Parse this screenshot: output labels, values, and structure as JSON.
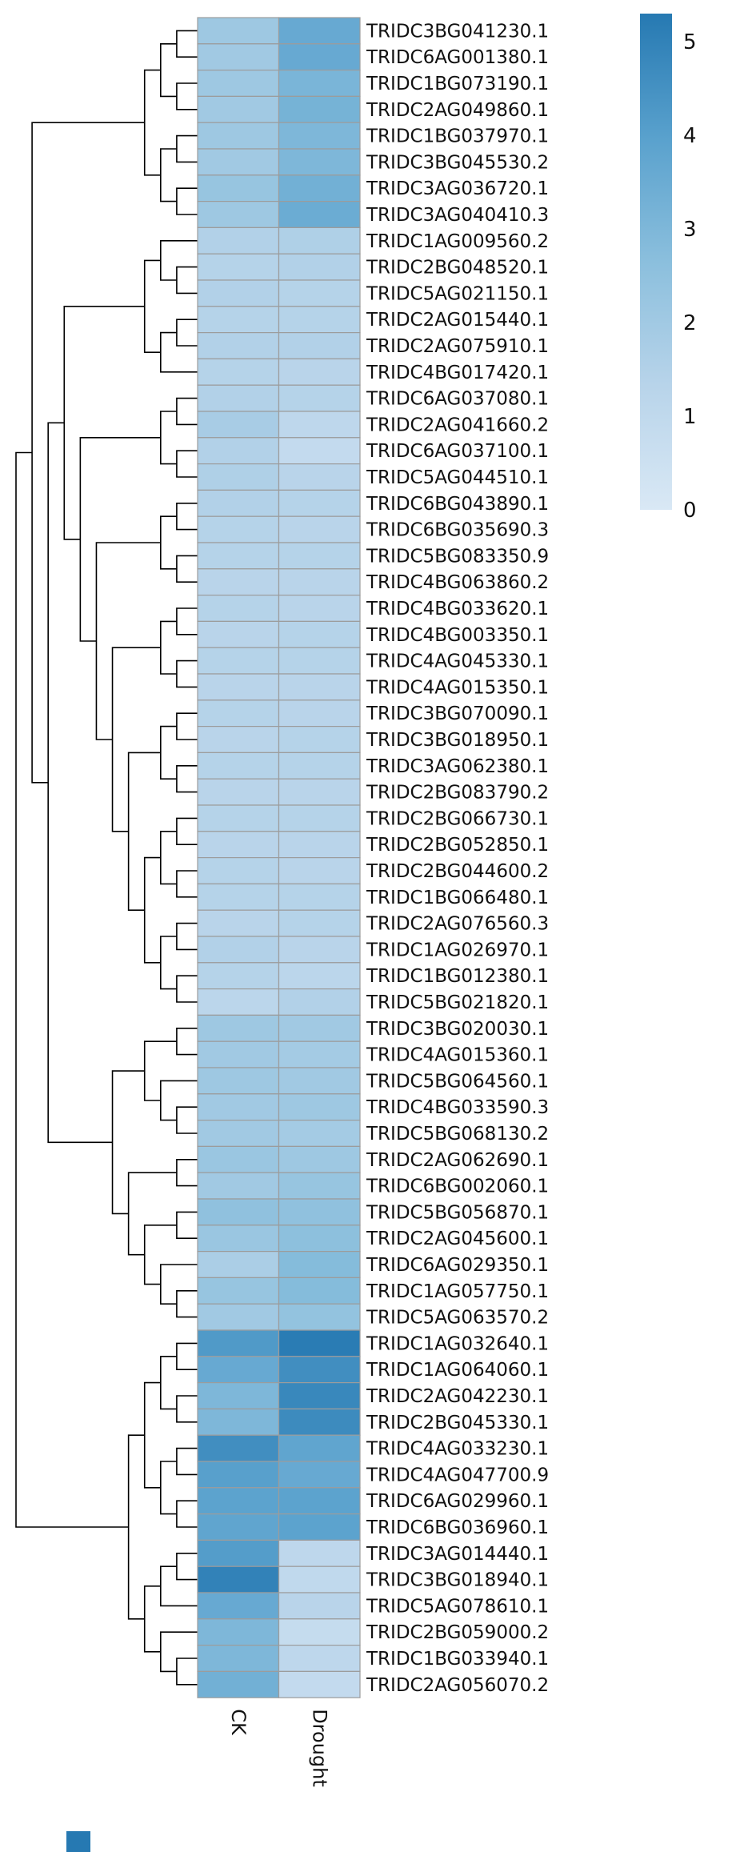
{
  "figure": {
    "kind": "clustered-heatmap",
    "background": "#ffffff"
  },
  "chart_data": {
    "type": "heatmap",
    "title": "",
    "xlabel": "",
    "ylabel": "",
    "legend_position": "right",
    "grid": true,
    "columns": [
      "CK",
      "Drought"
    ],
    "rows": [
      "TRIDC3BG041230.1",
      "TRIDC6AG001380.1",
      "TRIDC1BG073190.1",
      "TRIDC2AG049860.1",
      "TRIDC1BG037970.1",
      "TRIDC3BG045530.2",
      "TRIDC3AG036720.1",
      "TRIDC3AG040410.3",
      "TRIDC1AG009560.2",
      "TRIDC2BG048520.1",
      "TRIDC5AG021150.1",
      "TRIDC2AG015440.1",
      "TRIDC2AG075910.1",
      "TRIDC4BG017420.1",
      "TRIDC6AG037080.1",
      "TRIDC2AG041660.2",
      "TRIDC6AG037100.1",
      "TRIDC5AG044510.1",
      "TRIDC6BG043890.1",
      "TRIDC6BG035690.3",
      "TRIDC5BG083350.9",
      "TRIDC4BG063860.2",
      "TRIDC4BG033620.1",
      "TRIDC4BG003350.1",
      "TRIDC4AG045330.1",
      "TRIDC4AG015350.1",
      "TRIDC3BG070090.1",
      "TRIDC3BG018950.1",
      "TRIDC3AG062380.1",
      "TRIDC2BG083790.2",
      "TRIDC2BG066730.1",
      "TRIDC2BG052850.1",
      "TRIDC2BG044600.2",
      "TRIDC1BG066480.1",
      "TRIDC2AG076560.3",
      "TRIDC1AG026970.1",
      "TRIDC1BG012380.1",
      "TRIDC5BG021820.1",
      "TRIDC3BG020030.1",
      "TRIDC4AG015360.1",
      "TRIDC5BG064560.1",
      "TRIDC4BG033590.3",
      "TRIDC5BG068130.2",
      "TRIDC2AG062690.1",
      "TRIDC6BG002060.1",
      "TRIDC5BG056870.1",
      "TRIDC2AG045600.1",
      "TRIDC6AG029350.1",
      "TRIDC1AG057750.1",
      "TRIDC5AG063570.2",
      "TRIDC1AG032640.1",
      "TRIDC1AG064060.1",
      "TRIDC2AG042230.1",
      "TRIDC2BG045330.1",
      "TRIDC4AG033230.1",
      "TRIDC4AG047700.9",
      "TRIDC6AG029960.1",
      "TRIDC6BG036960.1",
      "TRIDC3AG014440.1",
      "TRIDC3BG018940.1",
      "TRIDC5AG078610.1",
      "TRIDC2BG059000.2",
      "TRIDC1BG033940.1",
      "TRIDC2AG056070.2"
    ],
    "values": [
      [
        2.1,
        3.6
      ],
      [
        2.0,
        3.6
      ],
      [
        2.1,
        3.1
      ],
      [
        2.0,
        3.2
      ],
      [
        2.1,
        3.0
      ],
      [
        2.0,
        3.0
      ],
      [
        2.3,
        3.3
      ],
      [
        2.1,
        3.5
      ],
      [
        1.5,
        1.6
      ],
      [
        1.4,
        1.5
      ],
      [
        1.5,
        1.4
      ],
      [
        1.4,
        1.4
      ],
      [
        1.5,
        1.5
      ],
      [
        1.4,
        1.3
      ],
      [
        1.5,
        1.4
      ],
      [
        1.8,
        1.1
      ],
      [
        1.5,
        0.9
      ],
      [
        1.6,
        1.3
      ],
      [
        1.5,
        1.4
      ],
      [
        1.4,
        1.3
      ],
      [
        1.4,
        1.4
      ],
      [
        1.3,
        1.3
      ],
      [
        1.4,
        1.3
      ],
      [
        1.3,
        1.4
      ],
      [
        1.4,
        1.4
      ],
      [
        1.3,
        1.3
      ],
      [
        1.4,
        1.3
      ],
      [
        1.3,
        1.4
      ],
      [
        1.4,
        1.4
      ],
      [
        1.3,
        1.3
      ],
      [
        1.4,
        1.4
      ],
      [
        1.3,
        1.3
      ],
      [
        1.4,
        1.3
      ],
      [
        1.4,
        1.4
      ],
      [
        1.3,
        1.4
      ],
      [
        1.5,
        1.3
      ],
      [
        1.4,
        1.2
      ],
      [
        1.2,
        1.5
      ],
      [
        2.1,
        2.0
      ],
      [
        2.0,
        1.9
      ],
      [
        2.1,
        2.0
      ],
      [
        2.0,
        2.1
      ],
      [
        2.0,
        1.9
      ],
      [
        2.2,
        2.1
      ],
      [
        2.0,
        2.3
      ],
      [
        2.5,
        2.5
      ],
      [
        2.2,
        2.6
      ],
      [
        1.7,
        2.8
      ],
      [
        2.3,
        2.8
      ],
      [
        2.0,
        2.4
      ],
      [
        4.2,
        5.2
      ],
      [
        3.6,
        4.6
      ],
      [
        3.0,
        4.8
      ],
      [
        3.0,
        4.7
      ],
      [
        4.6,
        3.8
      ],
      [
        4.0,
        3.6
      ],
      [
        3.9,
        3.9
      ],
      [
        3.8,
        3.9
      ],
      [
        4.1,
        1.1
      ],
      [
        5.0,
        1.0
      ],
      [
        3.6,
        1.3
      ],
      [
        3.0,
        0.8
      ],
      [
        3.0,
        1.1
      ],
      [
        3.3,
        0.9
      ]
    ],
    "colorbar": {
      "min": 0,
      "max": 5.3,
      "ticks": [
        0,
        1,
        2,
        3,
        4,
        5
      ]
    },
    "colormap": {
      "name": "Blues",
      "stops": [
        "#d9e8f5",
        "#b8d4ea",
        "#8bbfdd",
        "#59a1cd",
        "#2679b2"
      ]
    },
    "dendrogram": [
      [
        [
          [
            [
              0,
              1
            ],
            [
              2,
              3
            ]
          ],
          [
            [
              4,
              5
            ],
            [
              6,
              7
            ]
          ]
        ],
        [
          [
            [
              [
                8,
                [
                  9,
                  10
                ]
              ],
              [
                [
                  11,
                  12
                ],
                13
              ]
            ],
            [
              [
                [
                  14,
                  15
                ],
                [
                  16,
                  17
                ]
              ],
              [
                [
                  [
                    18,
                    19
                  ],
                  [
                    20,
                    21
                  ]
                ],
                [
                  [
                    [
                      22,
                      23
                    ],
                    [
                      24,
                      25
                    ]
                  ],
                  [
                    [
                      [
                        26,
                        27
                      ],
                      [
                        28,
                        29
                      ]
                    ],
                    [
                      [
                        [
                          30,
                          31
                        ],
                        [
                          32,
                          33
                        ]
                      ],
                      [
                        [
                          34,
                          35
                        ],
                        [
                          36,
                          37
                        ]
                      ]
                    ]
                  ]
                ]
              ]
            ]
          ],
          [
            [
              [
                38,
                39
              ],
              [
                40,
                [
                  41,
                  42
                ]
              ]
            ],
            [
              [
                43,
                44
              ],
              [
                [
                  45,
                  46
                ],
                [
                  47,
                  [
                    48,
                    49
                  ]
                ]
              ]
            ]
          ]
        ]
      ],
      [
        [
          [
            [
              50,
              51
            ],
            [
              52,
              53
            ]
          ],
          [
            [
              54,
              55
            ],
            [
              56,
              57
            ]
          ]
        ],
        [
          [
            [
              58,
              59
            ],
            60
          ],
          [
            61,
            [
              62,
              63
            ]
          ]
        ]
      ]
    ],
    "accent_color": "#2679b2",
    "grid_line_color": "#9c9c9c",
    "dendrogram_line_color": "#000000",
    "text_color": "#111111"
  }
}
